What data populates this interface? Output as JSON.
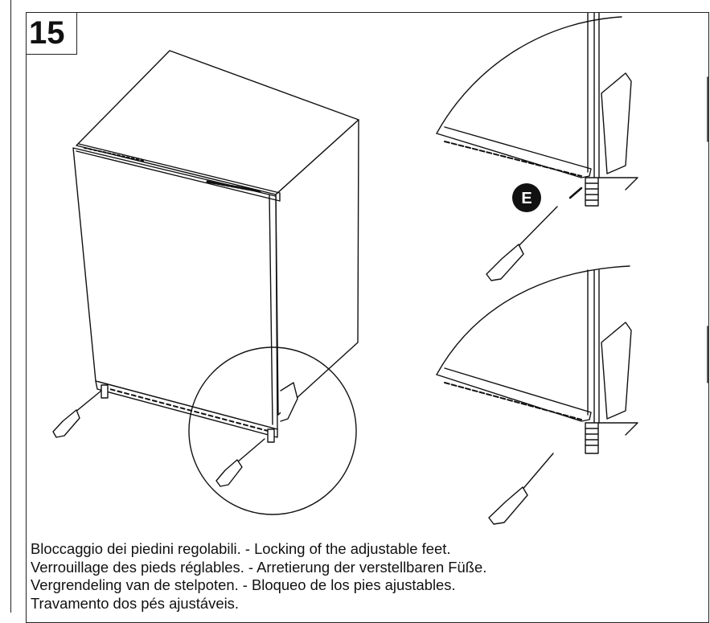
{
  "step": {
    "number": "15"
  },
  "callout": {
    "marker": "E"
  },
  "caption": {
    "lines": [
      "Bloccaggio dei piedini regolabili. - Locking of the adjustable feet.",
      "Verrouillage des pieds réglables. - Arretierung der verstellbaren Füße.",
      "Vergrendeling van de stelpoten. - Bloqueo de los pies ajustables.",
      "Travamento dos pés ajustáveis."
    ]
  }
}
